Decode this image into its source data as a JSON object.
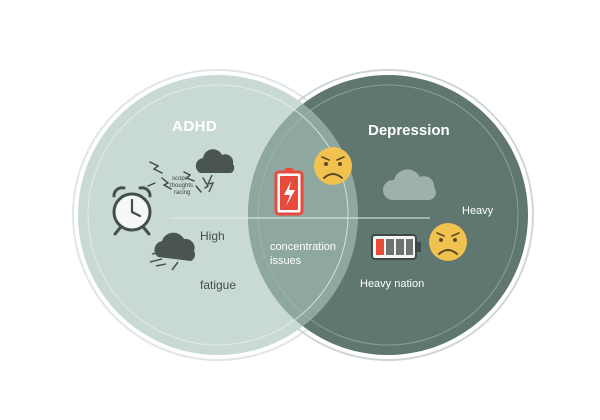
{
  "circles": {
    "left": {
      "title": "ADHD"
    },
    "right": {
      "title": "Depression"
    }
  },
  "labels": {
    "high": "High",
    "fatigue": "fatigue",
    "overlap": "concentration\nissues",
    "heavy": "Heavy",
    "heavy_nation": "Heavy nation"
  },
  "scribble_text": [
    "scope",
    "thoughts",
    "racing"
  ],
  "icons": {
    "left": [
      "lightning-scribble-icon",
      "storm-cloud-icon",
      "alarm-clock-icon",
      "dark-cloud-icon"
    ],
    "overlap": [
      "low-battery-icon",
      "sad-face-icon"
    ],
    "right": [
      "cloud-icon",
      "low-battery-icon",
      "sad-face-icon"
    ]
  },
  "colors": {
    "left_fill": "#c9d9d5",
    "right_fill": "#5f7770",
    "overlap_fill": "#8ea7a1",
    "battery_red": "#e84a3c",
    "face_yellow": "#f2c24e"
  }
}
